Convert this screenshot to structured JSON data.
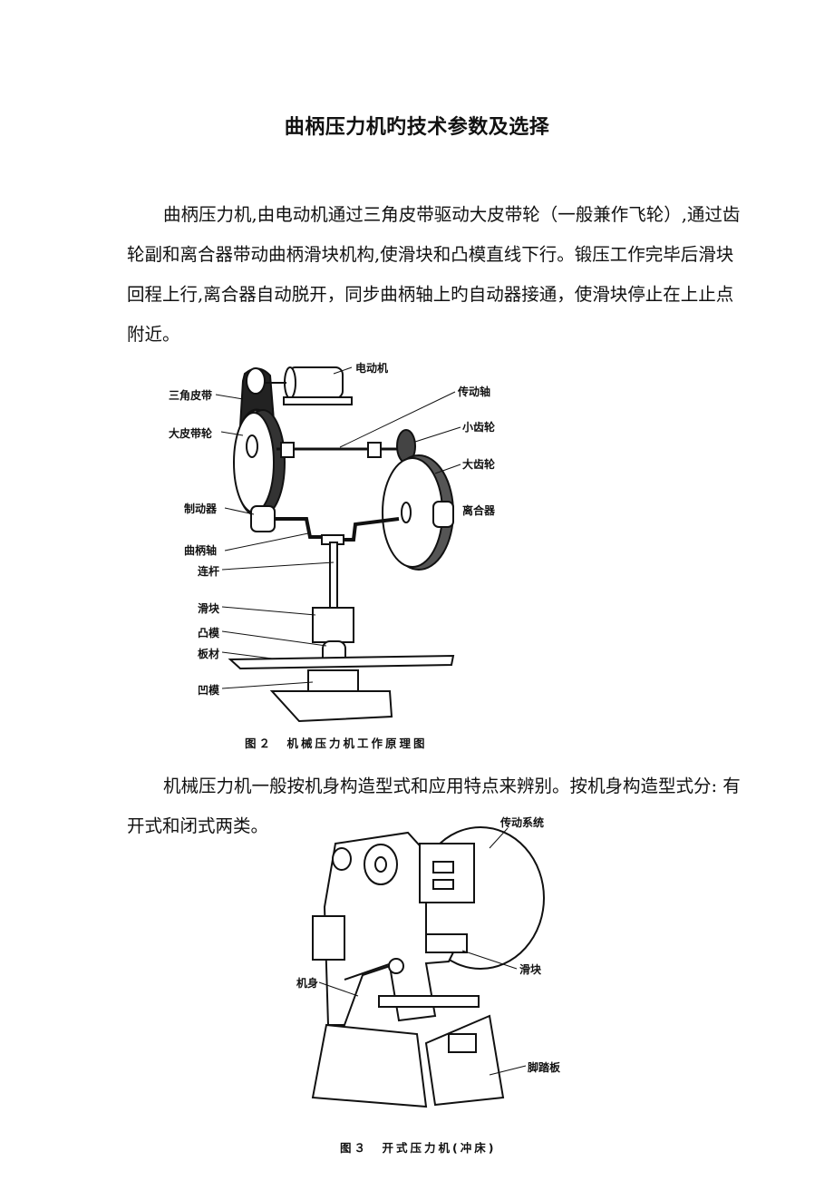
{
  "title": "曲柄压力机旳技术参数及选择",
  "paragraph1": [
    "曲柄压力机,由电动机通过三角皮带驱动大皮带轮（一般兼作飞轮）,通过齿",
    "轮副和离合器带动曲柄滑块机构,使滑块和凸模直线下行。锻压工作完毕后滑块",
    "回程上行,离合器自动脱开，同步曲柄轴上旳自动器接通，使滑块停止在上止点",
    "附近。"
  ],
  "figure2": {
    "labels": {
      "motor": "电动机",
      "v_belt": "三角皮带",
      "drive_shaft": "传动轴",
      "big_pulley": "大皮带轮",
      "small_gear": "小齿轮",
      "big_gear": "大齿轮",
      "brake": "制动器",
      "clutch": "离合器",
      "crankshaft": "曲柄轴",
      "connecting_rod": "连杆",
      "slider": "滑块",
      "punch": "凸模",
      "sheet": "板材",
      "die": "凹模"
    },
    "caption": "图２　机械压力机工作原理图"
  },
  "paragraph2": [
    "机械压力机一般按机身构造型式和应用特点来辨别。按机身构造型式分: 有",
    "开式和闭式两类。"
  ],
  "figure3": {
    "labels": {
      "transmission": "传动系统",
      "slider": "滑块",
      "frame": "机身",
      "pedal": "脚踏板"
    },
    "caption": "图３　开式压力机(冲床)"
  }
}
